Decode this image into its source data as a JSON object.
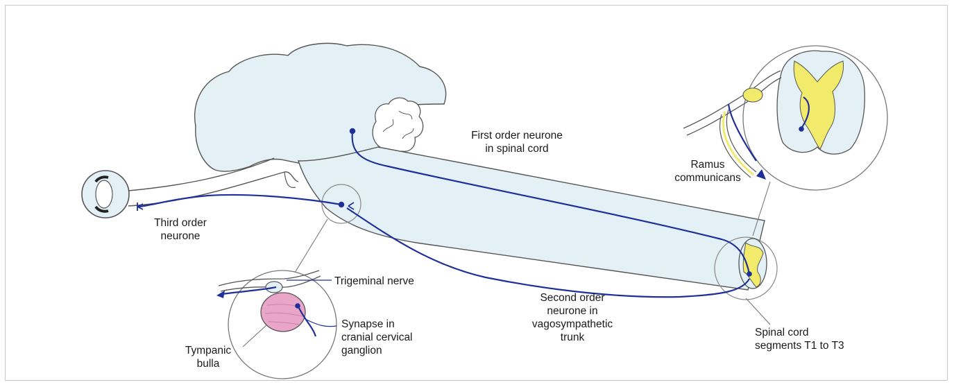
{
  "labels": {
    "first_order": "First order neurone\nin spinal cord",
    "ramus": "Ramus\ncommunicans",
    "third_order": "Third order\nneurone",
    "trigeminal": "Trigeminal nerve",
    "synapse": "Synapse in\ncranial cervical\nganglion",
    "tympanic": "Tympanic\nbulla",
    "second_order": "Second order\nneurone in\nvagosympathetic\ntrunk",
    "spinal_segments": "Spinal cord\nsegments T1 to T3"
  },
  "colors": {
    "neuron": "#1f2f9a",
    "tissue_fill": "#e3f0f5",
    "outline": "#555555",
    "grey_matter": "#f2ea6a",
    "bulla": "#e9a6c8"
  }
}
